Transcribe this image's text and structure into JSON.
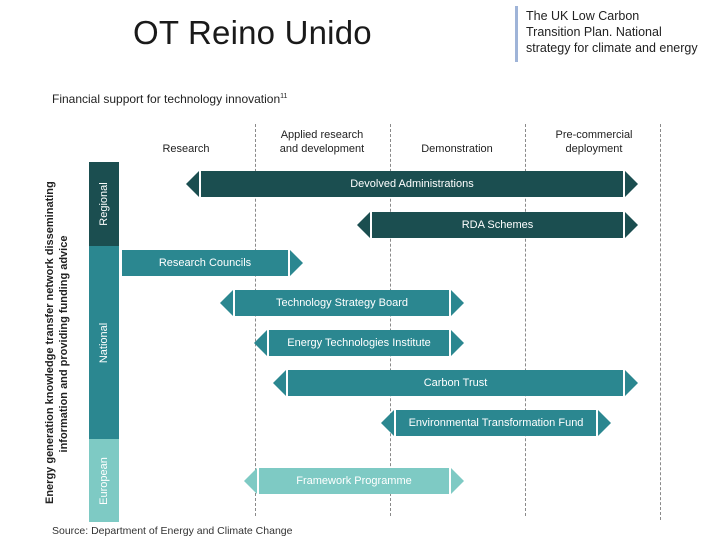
{
  "slide": {
    "title": "OT Reino Unido",
    "quote_lines": [
      "The UK Low Carbon",
      "Transition Plan. National",
      "strategy for climate and energy"
    ]
  },
  "figure": {
    "heading": "Financial support for technology innovation",
    "heading_ref": "11",
    "vertical_label_lines": [
      "Energy generation knowledge transfer network disseminating",
      "information and providing funding advice"
    ],
    "stages": [
      {
        "lines": [
          "Research"
        ]
      },
      {
        "lines": [
          "Applied research",
          "and development"
        ]
      },
      {
        "lines": [
          "Demonstration"
        ]
      },
      {
        "lines": [
          "Pre-commercial",
          "deployment"
        ]
      }
    ],
    "levels": [
      "Regional",
      "National",
      "European"
    ],
    "bars": [
      {
        "label": "Devolved Administrations"
      },
      {
        "label": "RDA Schemes"
      },
      {
        "label": "Research Councils"
      },
      {
        "label": "Technology Strategy Board"
      },
      {
        "label": "Energy Technologies Institute"
      },
      {
        "label": "Carbon Trust"
      },
      {
        "label": "Environmental Transformation Fund"
      },
      {
        "label": "Framework Programme"
      }
    ],
    "source": "Source: Department of Energy and Climate Change"
  },
  "colors": {
    "regional": "#1b4e50",
    "national": "#2b8790",
    "european": "#7ecac4",
    "divider": "#8a8a8a"
  }
}
